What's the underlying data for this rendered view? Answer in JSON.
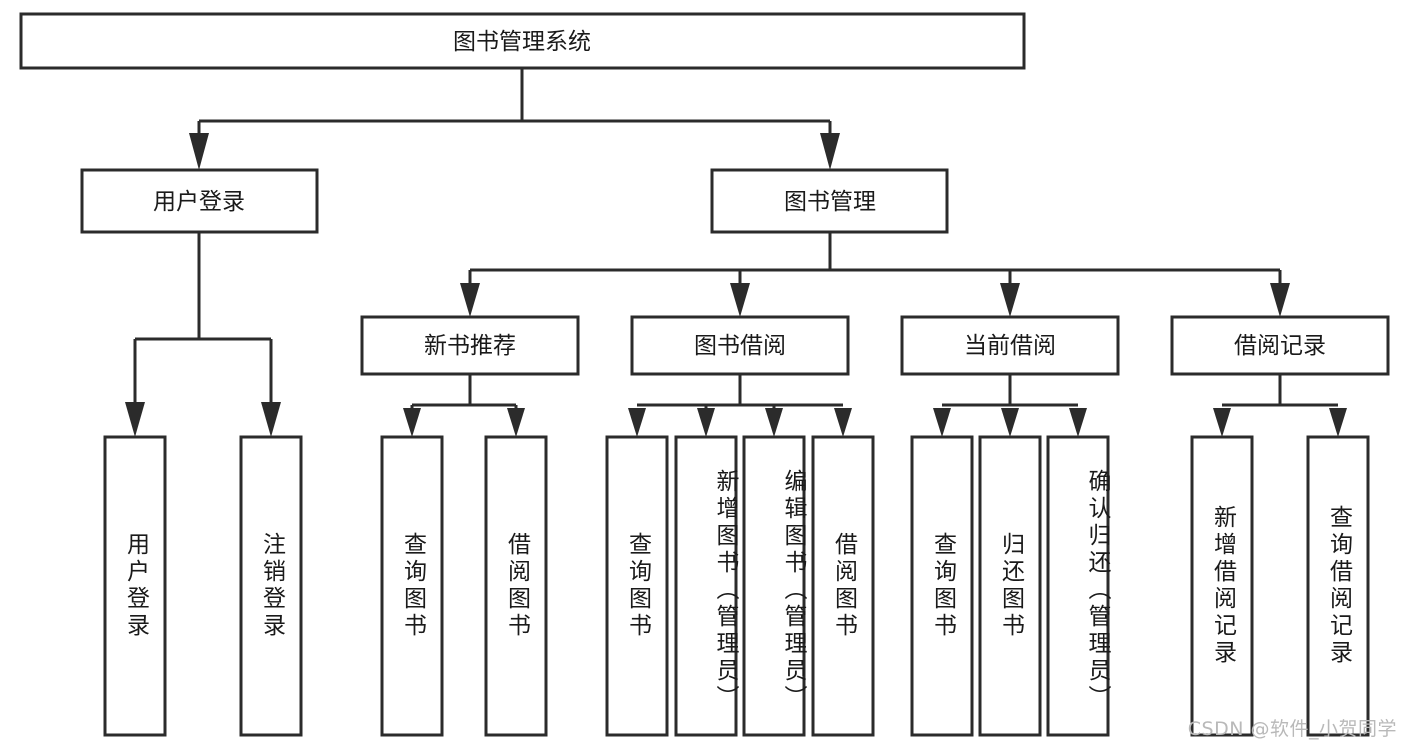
{
  "diagram": {
    "type": "tree-hierarchy",
    "title": "图书管理系统",
    "orientation": "top-down",
    "colors": {
      "box_stroke": "#2b2b2b",
      "box_fill": "#ffffff",
      "connector": "#2b2b2b",
      "text": "#1a1a1a",
      "watermark": "#b9b9b9",
      "background": "#ffffff"
    },
    "root": {
      "label": "图书管理系统"
    },
    "level2": [
      {
        "label": "用户登录"
      },
      {
        "label": "图书管理"
      }
    ],
    "level3": [
      {
        "label": "新书推荐"
      },
      {
        "label": "图书借阅"
      },
      {
        "label": "当前借阅"
      },
      {
        "label": "借阅记录"
      }
    ],
    "leaves": {
      "user_login": [
        {
          "label": "用户登录"
        },
        {
          "label": "注销登录"
        }
      ],
      "new_book_recommend": [
        {
          "label": "查询图书"
        },
        {
          "label": "借阅图书"
        }
      ],
      "book_borrow": [
        {
          "label": "查询图书"
        },
        {
          "label": "新增图书（管理员）"
        },
        {
          "label": "编辑图书（管理员）"
        },
        {
          "label": "借阅图书"
        }
      ],
      "current_borrow": [
        {
          "label": "查询图书"
        },
        {
          "label": "归还图书"
        },
        {
          "label": "确认归还（管理员）"
        }
      ],
      "borrow_records": [
        {
          "label": "新增借阅记录"
        },
        {
          "label": "查询借阅记录"
        }
      ]
    },
    "watermark": "CSDN @软件_小贺同学"
  }
}
